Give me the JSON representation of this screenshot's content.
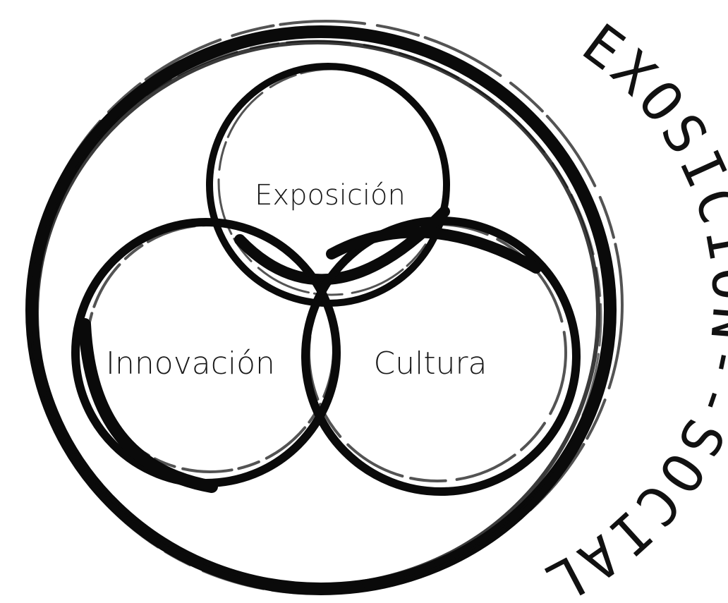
{
  "diagram": {
    "circles": [
      {
        "label": "Exposición"
      },
      {
        "label": "Innovación"
      },
      {
        "label": "Cultura"
      }
    ],
    "ring_text": "EXOSICIÓN--SOCIAL"
  },
  "colors": {
    "ink": "#0a0a0a",
    "background": "#ffffff"
  }
}
